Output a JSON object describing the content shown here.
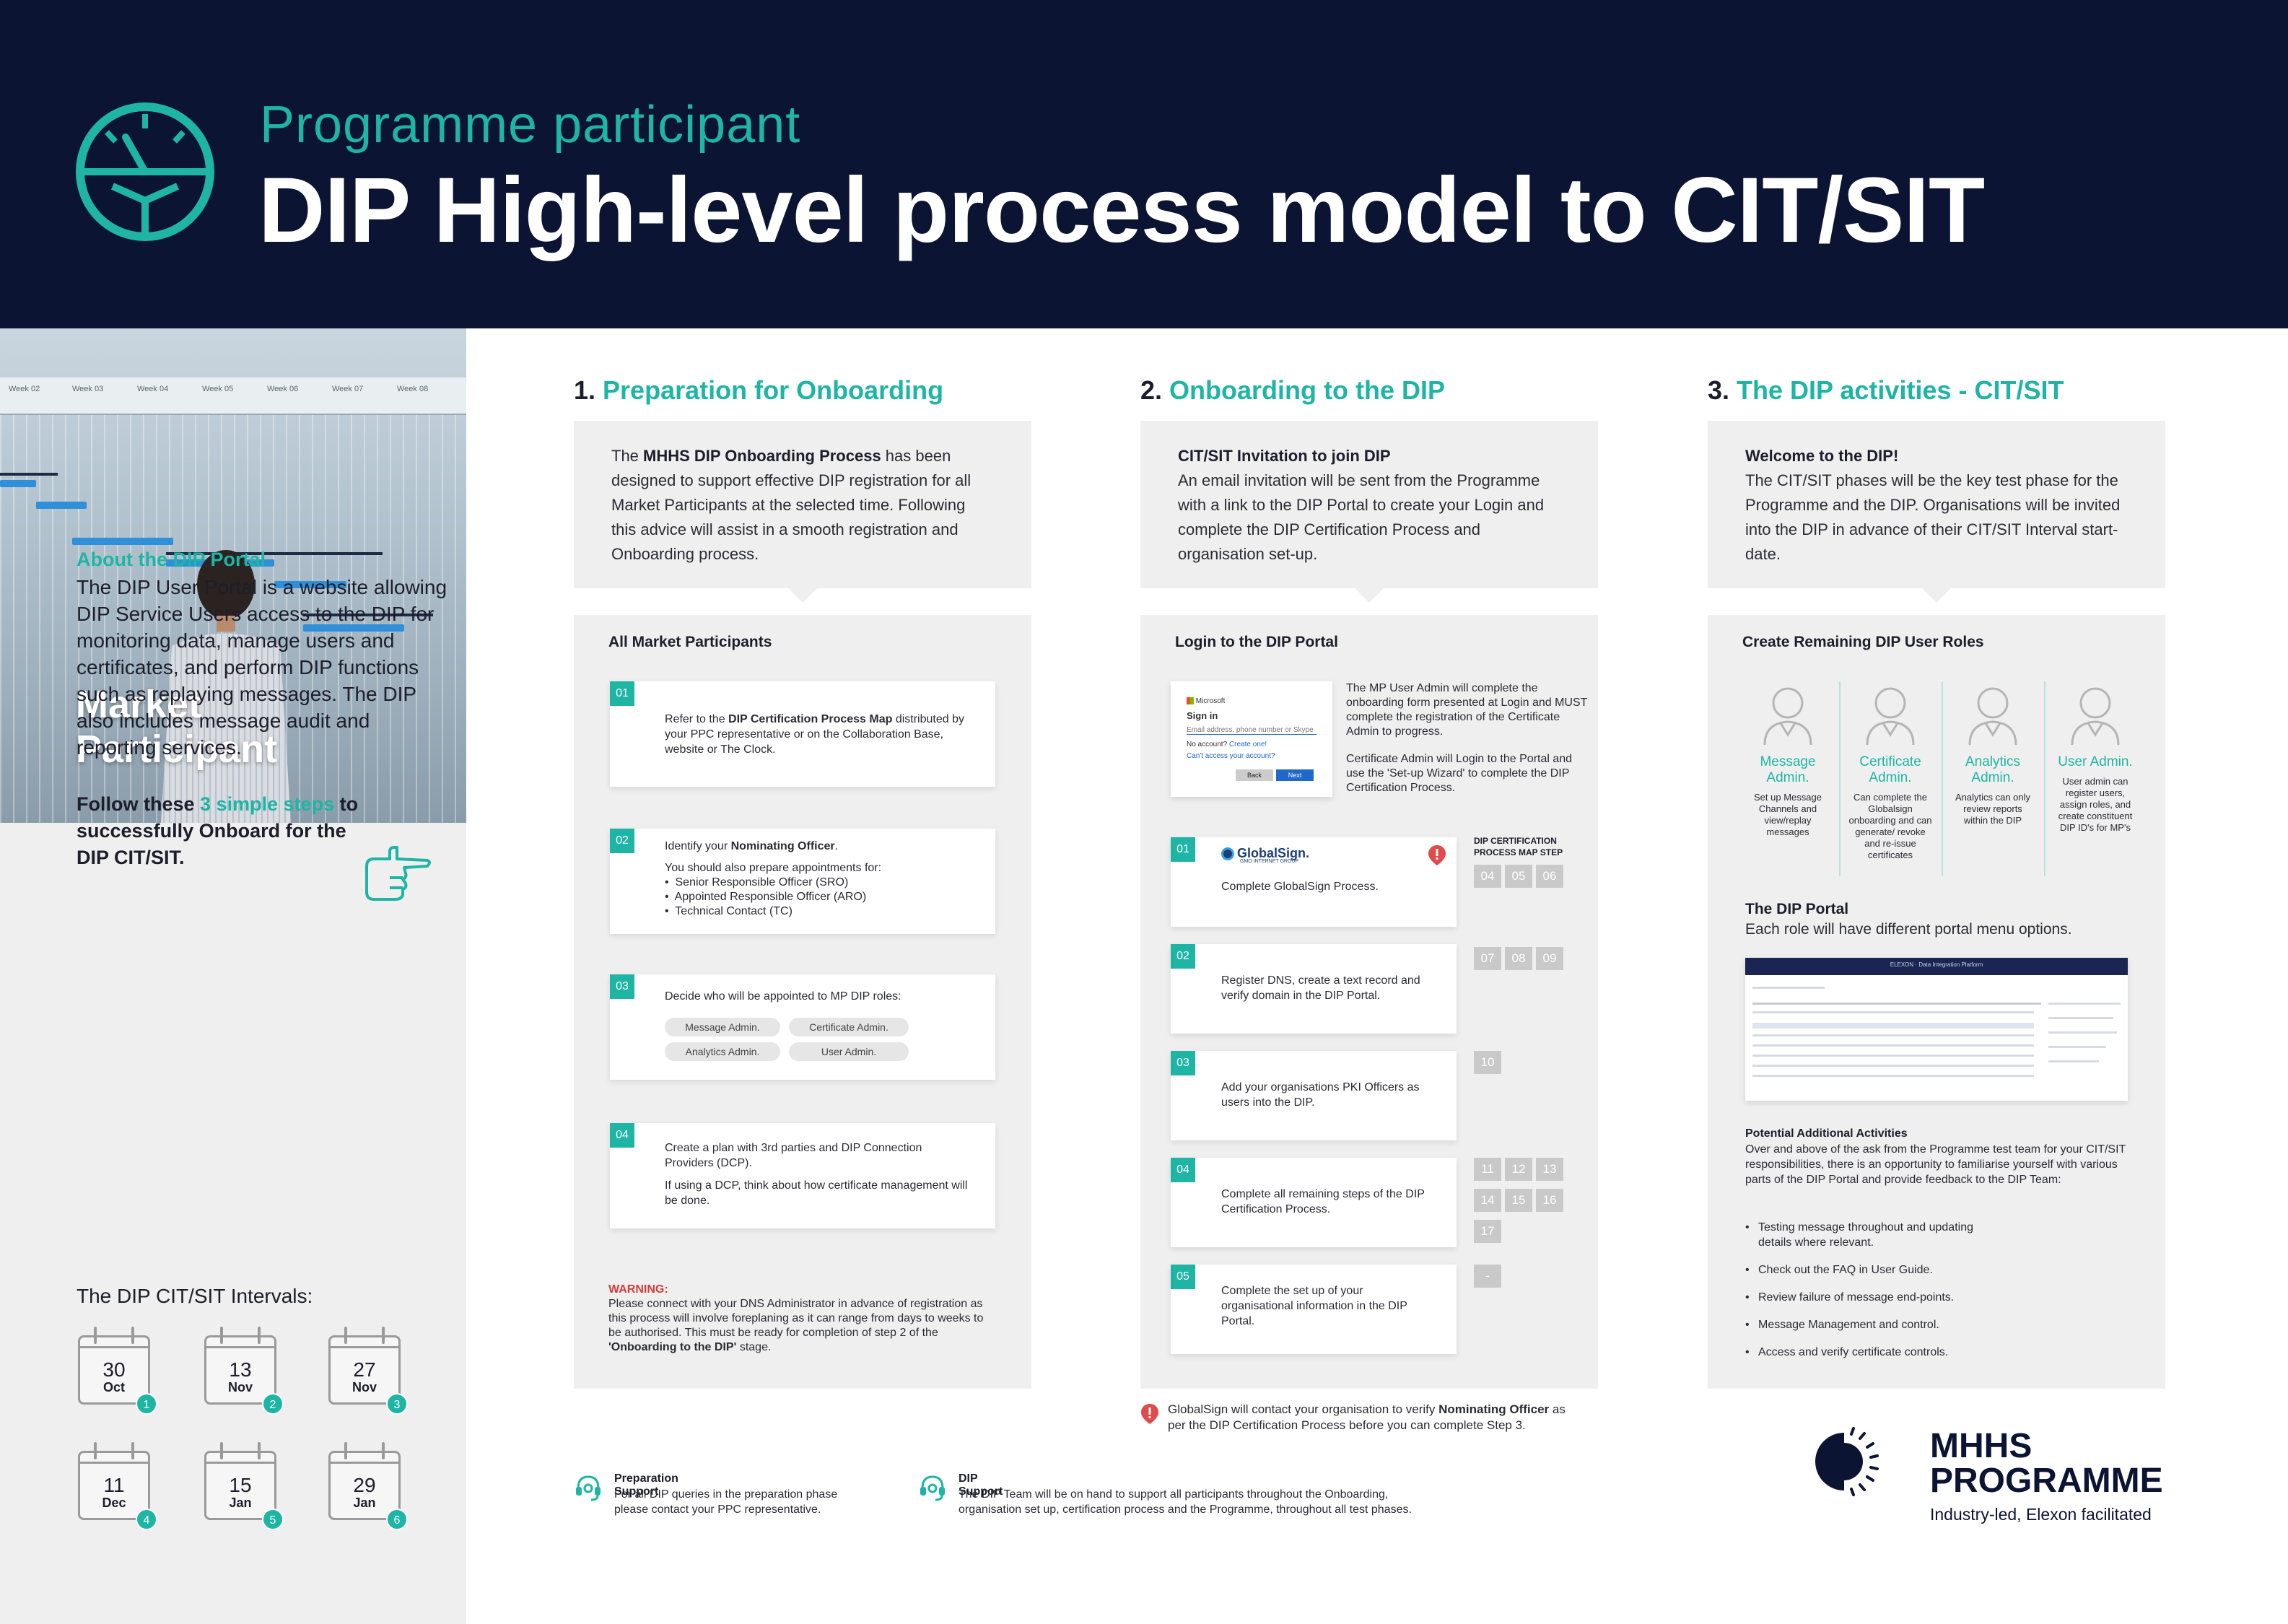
{
  "header": {
    "subtitle": "Programme participant",
    "title": "DIP High-level process model to CIT/SIT"
  },
  "sidebar": {
    "hero_label_1": "Market",
    "hero_label_2": "Participant",
    "weeks": [
      "Week 02",
      "Week 03",
      "Week 04",
      "Week 05",
      "Week 06",
      "Week 07",
      "Week 08"
    ],
    "about_heading": "About the DIP Portal",
    "about_text": "The DIP User Portal is a website allowing DIP Service Users access to the DIP for monitoring data, manage users and certificates, and perform DIP functions such as replaying messages. The DIP also includes message audit and reporting services.",
    "follow_pre": "Follow these ",
    "follow_hl": "3 simple steps",
    "follow_post": " to successfully Onboard for the DIP CIT/SIT.",
    "intervals_heading": "The DIP CIT/SIT Intervals:",
    "intervals": [
      {
        "day": "30",
        "month": "Oct",
        "num": "1"
      },
      {
        "day": "13",
        "month": "Nov",
        "num": "2"
      },
      {
        "day": "27",
        "month": "Nov",
        "num": "3"
      },
      {
        "day": "11",
        "month": "Dec",
        "num": "4"
      },
      {
        "day": "15",
        "month": "Jan",
        "num": "5"
      },
      {
        "day": "29",
        "month": "Jan",
        "num": "6"
      }
    ]
  },
  "col1": {
    "num": "1.",
    "heading": "Preparation for Onboarding",
    "intro_pre": "The ",
    "intro_bold": "MHHS DIP Onboarding Process",
    "intro_post": " has been designed to support effective DIP registration for all Market Participants at the selected time. Following this advice will assist in a smooth registration and Onboarding process.",
    "panel_heading": "All Market Participants",
    "steps": [
      {
        "num": "01",
        "text_pre": "Refer to the ",
        "text_bold": "DIP Certification Process Map",
        "text_post": " distributed by your PPC representative or on the Collaboration Base, website or The Clock."
      },
      {
        "num": "02",
        "text_pre": "Identify your ",
        "text_bold": "Nominating Officer",
        "text_post": ".",
        "sub": "You should also prepare appointments for:",
        "bullets": [
          "Senior Responsible Officer (SRO)",
          "Appointed Responsible Officer (ARO)",
          "Technical Contact (TC)"
        ]
      },
      {
        "num": "03",
        "text_pre": "Decide who will be appointed to MP DIP roles:",
        "pills": [
          "Message Admin.",
          "Certificate Admin.",
          "Analytics Admin.",
          "User Admin."
        ]
      },
      {
        "num": "04",
        "text_pre": "Create a plan with 3rd parties and DIP Connection Providers (DCP).",
        "sub": "If using a DCP, think about how certificate management will be done."
      }
    ],
    "warning_label": "WARNING:",
    "warning_pre": "Please connect with your DNS Administrator in advance of registration as this process will involve foreplaning as it can range from days to weeks to be authorised. This must be ready for completion of step 2 of the ",
    "warning_bold": "'Onboarding to the DIP'",
    "warning_post": " stage."
  },
  "col2": {
    "num": "2.",
    "heading": "Onboarding to the DIP",
    "intro_bold": "CIT/SIT Invitation to join DIP",
    "intro_text": "An email invitation will be sent from the Programme with a link to the DIP Portal to create your Login and complete the DIP Certification Process and organisation set-up.",
    "panel_heading": "Login to the DIP Portal",
    "ms": {
      "brand": "Microsoft",
      "signin": "Sign in",
      "field": "Email address, phone number or Skype",
      "noaccount": "No account?",
      "create": "Create one!",
      "cant": "Can't access your account?",
      "back": "Back",
      "next": "Next"
    },
    "login_text_1": "The MP User Admin will complete the onboarding form presented at Login and MUST complete the registration of the Certificate Admin to progress.",
    "login_text_2": "Certificate Admin will Login to the Portal and use the 'Set-up Wizard' to complete the DIP Certification Process.",
    "map_heading": "DIP CERTIFICATION PROCESS MAP STEP",
    "globalsign_brand": "GlobalSign.",
    "globalsign_sub": "GMO INTERNET GROUP",
    "steps": [
      {
        "num": "01",
        "text": "Complete GlobalSign Process.",
        "map": [
          "04",
          "05",
          "06"
        ]
      },
      {
        "num": "02",
        "text": "Register DNS, create a text record and verify domain in the DIP Portal.",
        "map": [
          "07",
          "08",
          "09"
        ]
      },
      {
        "num": "03",
        "text": "Add your organisations PKI Officers as users into the DIP.",
        "map": [
          "10"
        ]
      },
      {
        "num": "04",
        "text": "Complete all remaining steps of the DIP Certification Process.",
        "map": [
          "11",
          "12",
          "13",
          "14",
          "15",
          "16",
          "17"
        ]
      },
      {
        "num": "05",
        "text": "Complete the set up of your organisational information in the DIP Portal.",
        "map": [
          "-"
        ]
      }
    ],
    "note_pre": "GlobalSign will contact your organisation to verify ",
    "note_bold": "Nominating Officer",
    "note_post": " as per the DIP Certification Process before you can complete Step 3."
  },
  "col3": {
    "num": "3.",
    "heading": "The DIP activities - CIT/SIT",
    "intro_bold": "Welcome to the DIP!",
    "intro_text": "The CIT/SIT phases will be the key test phase for the Programme and the DIP.  Organisations will be invited into the DIP in advance of their CIT/SIT Interval start-date.",
    "panel_heading": "Create Remaining DIP User Roles",
    "roles": [
      {
        "name": "Message Admin.",
        "desc": "Set up Message Channels and view/replay messages"
      },
      {
        "name": "Certificate Admin.",
        "desc": "Can complete the Globalsign onboarding and can generate/ revoke and re-issue certificates"
      },
      {
        "name": "Analytics Admin.",
        "desc": "Analytics can only review reports within the DIP"
      },
      {
        "name": "User Admin.",
        "desc": "User admin can register users, assign roles, and create constituent DIP ID's for MP's"
      }
    ],
    "portal_heading": "The DIP Portal",
    "portal_text": "Each role will have different portal menu options.",
    "portal_bar": "ELEXON · Data Integration Platform",
    "extra_heading": "Potential Additional Activities",
    "extra_text": "Over and above of the ask from the Programme test team for your CIT/SIT responsibilities, there is an opportunity to familiarise yourself with various parts of the DIP Portal and provide feedback to the DIP Team:",
    "extra_list": [
      "Testing message throughout and updating details where relevant.",
      "Check out the FAQ in User Guide.",
      "Review failure of message end-points.",
      "Message Management and control.",
      "Access and verify certificate controls."
    ]
  },
  "footer": {
    "prep_heading": "Preparation Support",
    "prep_text_1": "For all DIP queries in the preparation phase",
    "prep_text_2": "please contact your PPC representative.",
    "dip_heading": "DIP Support",
    "dip_text_1": "The DIP Team will be on hand to support all participants throughout the Onboarding,",
    "dip_text_2": "organisation set up, certification process and the Programme, throughout all test phases.",
    "brand_1": "MHHS",
    "brand_2": "PROGRAMME",
    "brand_tag": "Industry-led, Elexon facilitated"
  },
  "colors": {
    "navy": "#0c1433",
    "teal": "#1eb5a5",
    "panel": "#efefef",
    "warning": "#d63a3a"
  }
}
